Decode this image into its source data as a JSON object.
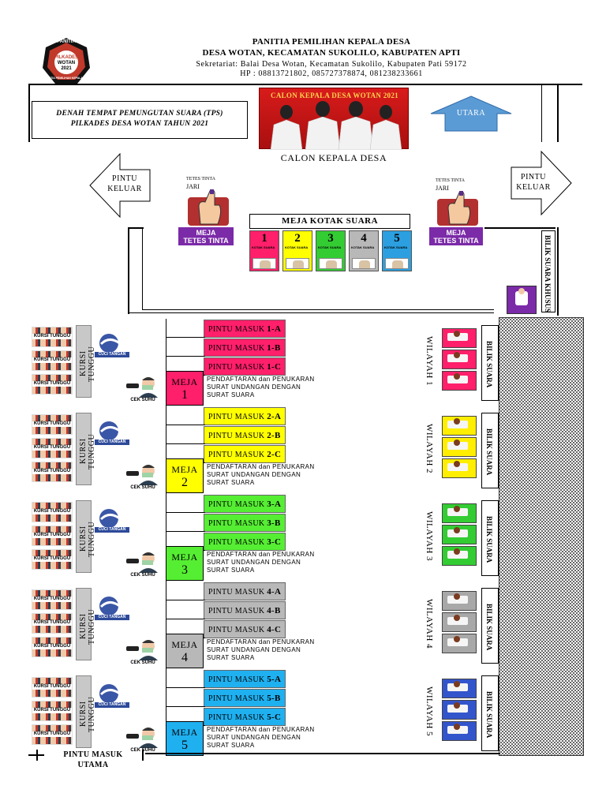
{
  "header": {
    "line1": "PANITIA PEMILIHAN KEPALA DESA",
    "line2": "DESA WOTAN, KECAMATAN SUKOLILO, KABUPATEN APTI",
    "line3": "Sekretariat: Balai Desa Wotan, Kecamatan Sukolilo, Kabupaten Pati 59172",
    "line4": "HP : 08813721802, 085727378874, 081238233661",
    "logo_top": "PANITIA",
    "logo_mid": "PILKADES",
    "logo_mid2": "WOTAN",
    "logo_year": "2021",
    "logo_bottom": "PANITIA PEMILIHAN KEPALA DESA"
  },
  "title_box": {
    "line1": "DENAH TEMPAT PEMUNGUTAN SUARA (TPS)",
    "line2": "PILKADES DESA WOTAN  TAHUN 2021"
  },
  "banner": {
    "title": "CALON KEPALA DESA WOTAN 2021",
    "caption": "CALON KEPALA DESA"
  },
  "north_arrow": "UTARA",
  "exit_left": {
    "line1": "PINTU",
    "line2": "KELUAR"
  },
  "exit_right": {
    "line1": "PINTU",
    "line2": "KELUAR"
  },
  "tetes_tinta": {
    "label_line1": "TETES TINTA",
    "label_line2": "JARI",
    "meja_line1": "MEJA",
    "meja_line2": "TETES TINTA"
  },
  "kotak_suara": {
    "title": "MEJA KOTAK SUARA",
    "mini_label": "KOTAK SUARA",
    "boxes": [
      {
        "num": "1",
        "color": "#ff1f6b"
      },
      {
        "num": "2",
        "color": "#ffff00"
      },
      {
        "num": "3",
        "color": "#33cc33"
      },
      {
        "num": "4",
        "color": "#b8b8b8"
      },
      {
        "num": "5",
        "color": "#2b9fe0"
      }
    ]
  },
  "bilik_khusus": "BILIK SUARA KHUSUS",
  "zones": [
    {
      "color": "#ff1f6b",
      "pintu": [
        {
          "label": "PINTU MASUK",
          "id": "1-A"
        },
        {
          "label": "PINTU MASUK",
          "id": "1-B"
        },
        {
          "label": "PINTU MASUK",
          "id": "1-C"
        }
      ],
      "meja_label": "MEJA",
      "meja_num": "1",
      "desc1": "PENDAFTARAN dan PENUKARAN",
      "desc2": "SURAT UNDANGAN DENGAN",
      "desc3": "SURAT SUARA",
      "wilayah": "WILAYAH 1",
      "bilik": "BILIK SUARA",
      "kursi": "KURSI TUNGGU",
      "kursi_img": "KURSI TUNGGU",
      "cuci": "CUCI TANGAN",
      "cek": "CEK SUHU"
    },
    {
      "color": "#ffff00",
      "pintu": [
        {
          "label": "PINTU MASUK",
          "id": "2-A"
        },
        {
          "label": "PINTU MASUK",
          "id": "2-B"
        },
        {
          "label": "PINTU MASUK",
          "id": "2-C"
        }
      ],
      "meja_label": "MEJA",
      "meja_num": "2",
      "desc1": "PENDAFTARAN dan PENUKARAN",
      "desc2": "SURAT UNDANGAN DENGAN",
      "desc3": "SURAT SUARA",
      "wilayah": "WILAYAH 2",
      "bilik": "BILIK SUARA",
      "kursi": "KURSI TUNGGU",
      "kursi_img": "KURSI TUNGGU",
      "cuci": "CUCI TANGAN",
      "cek": "CEK SUHU"
    },
    {
      "color": "#55ee33",
      "pintu": [
        {
          "label": "PINTU MASUK",
          "id": "3-A"
        },
        {
          "label": "PINTU MASUK",
          "id": "3-B"
        },
        {
          "label": "PINTU MASUK",
          "id": "3-C"
        }
      ],
      "meja_label": "MEJA",
      "meja_num": "3",
      "desc1": "PENDAFTARAN dan PENUKARAN",
      "desc2": "SURAT UNDANGAN DENGAN",
      "desc3": "SURAT SUARA",
      "wilayah": "WILAYAH 3",
      "bilik": "BILIK SUARA",
      "kursi": "KURSI TUNGGU",
      "kursi_img": "KURSI TUNGGU",
      "cuci": "CUCI TANGAN",
      "cek": "CEK SUHU"
    },
    {
      "color": "#b8b8b8",
      "pintu": [
        {
          "label": "PINTU MASUK",
          "id": "4-A"
        },
        {
          "label": "PINTU MASUK",
          "id": "4-B"
        },
        {
          "label": "PINTU MASUK",
          "id": "4-C"
        }
      ],
      "meja_label": "MEJA",
      "meja_num": "4",
      "desc1": "PENDAFTARAN dan PENUKARAN",
      "desc2": "SURAT UNDANGAN DENGAN",
      "desc3": "SURAT SUARA",
      "wilayah": "WILAYAH 4",
      "bilik": "BILIK SUARA",
      "kursi": "KURSI TUNGGU",
      "kursi_img": "KURSI TUNGGU",
      "cuci": "CUCI TANGAN",
      "cek": "CEK SUHU"
    },
    {
      "color": "#1fb0f0",
      "pintu": [
        {
          "label": "PINTU MASUK",
          "id": "5-A"
        },
        {
          "label": "PINTU MASUK",
          "id": "5-B"
        },
        {
          "label": "PINTU MASUK",
          "id": "5-C"
        }
      ],
      "meja_label": "MEJA",
      "meja_num": "5",
      "desc1": "PENDAFTARAN dan PENUKARAN",
      "desc2": "SURAT UNDANGAN DENGAN",
      "desc3": "SURAT SUARA",
      "wilayah": "WILAYAH 5",
      "bilik": "BILIK SUARA",
      "kursi": "KURSI TUNGGU",
      "kursi_img": "KURSI TUNGGU",
      "cuci": "CUCI TANGAN",
      "cek": "CEK SUHU"
    }
  ],
  "bilik_colors": [
    "#ff1f6b",
    "#ffee00",
    "#33cc33",
    "#a8a8a8",
    "#3355cc"
  ],
  "main_entrance": {
    "line1": "PINTU MASUK",
    "line2": "UTAMA"
  }
}
